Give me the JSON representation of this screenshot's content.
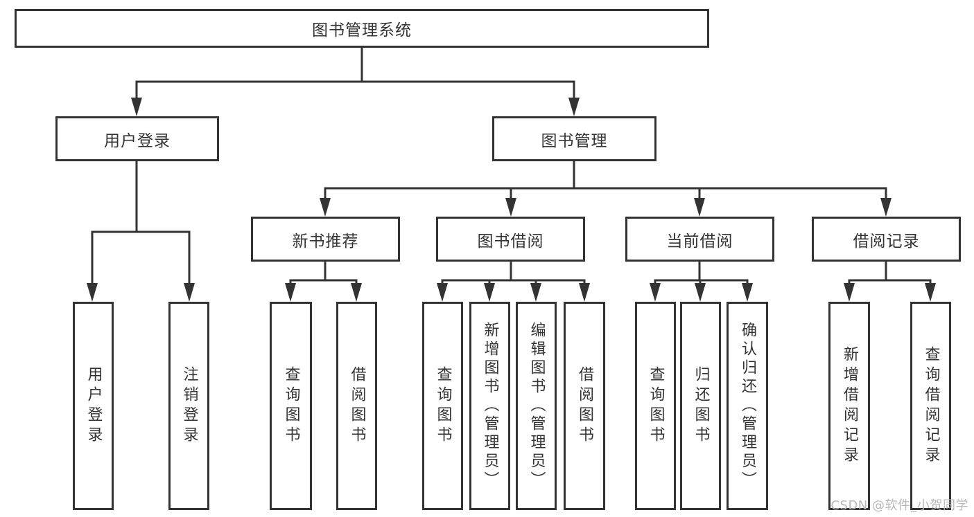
{
  "colors": {
    "line": "#333333",
    "text": "#333333",
    "box_background": "#ffffff",
    "watermark": "#b9b9b9",
    "background": "#ffffff"
  },
  "nodes": {
    "root": "图书管理系统",
    "level2": {
      "user_login": "用户登录",
      "book_mgmt": "图书管理"
    },
    "level3": {
      "new_books": "新书推荐",
      "book_borrow": "图书借阅",
      "current_borrow": "当前借阅",
      "borrow_records": "借阅记录"
    },
    "leaves": {
      "user_login": [
        "用户登录",
        "注销登录"
      ],
      "new_books": [
        "查询图书",
        "借阅图书"
      ],
      "book_borrow": [
        "查询图书",
        "新增图书（管理员）",
        "编辑图书（管理员）",
        "借阅图书"
      ],
      "current_borrow": [
        "查询图书",
        "归还图书",
        "确认归还（管理员）"
      ],
      "borrow_records": [
        "新增借阅记录",
        "查询借阅记录"
      ]
    }
  },
  "watermark": "CSDN @软件_小贺同学"
}
